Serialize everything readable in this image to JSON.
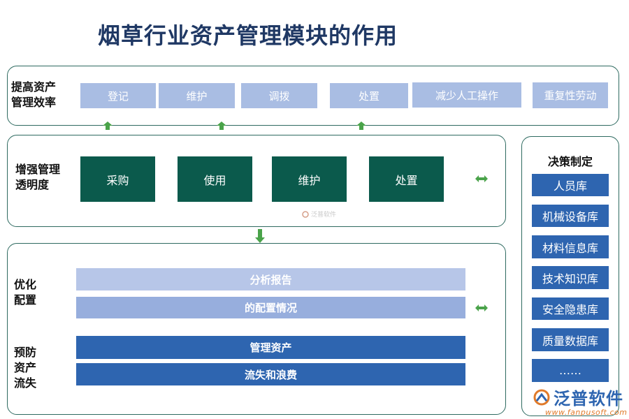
{
  "title": "烟草行业资产管理模块的作用",
  "efficiency": {
    "label_line1": "提高资产",
    "label_line2": "管理效率",
    "items": [
      "登记",
      "维护",
      "调拨",
      "处置",
      "减少人工操作",
      "重复性劳动"
    ]
  },
  "transparency": {
    "label_line1": "增强管理",
    "label_line2": "透明度",
    "items": [
      "采购",
      "使用",
      "维护",
      "处置"
    ]
  },
  "optimize": {
    "label_line1": "优化",
    "label_line2": "配置",
    "bars": [
      "分析报告",
      "的配置情况"
    ]
  },
  "prevent": {
    "label_line1": "预防",
    "label_line2": "资产",
    "label_line3": "流失",
    "bars": [
      "管理资产",
      "流失和浪费"
    ]
  },
  "decision": {
    "title": "决策制定",
    "items": [
      "人员库",
      "机械设备库",
      "材料信息库",
      "技术知识库",
      "安全隐患库",
      "质量数据库",
      "……"
    ]
  },
  "watermark": {
    "text": "泛普软件"
  },
  "brand": {
    "name": "泛普软件",
    "url": "www.fanpusoft.com"
  },
  "colors": {
    "title": "#1f3864",
    "dark_green": "#0b5a4c",
    "blue": "#2e65b0",
    "light_blue": "#a9bde3",
    "arrow": "#4aa34a"
  }
}
